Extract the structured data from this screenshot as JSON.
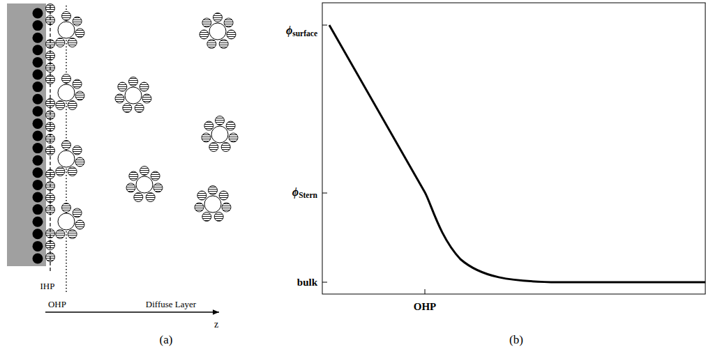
{
  "diagram": {
    "labels": [
      "IHP",
      "OHP",
      "Diffuse Layer",
      "z",
      "(a)",
      "ϕsurface",
      "ϕStern",
      "bulk",
      "OHP",
      "(b)"
    ]
  }
}
